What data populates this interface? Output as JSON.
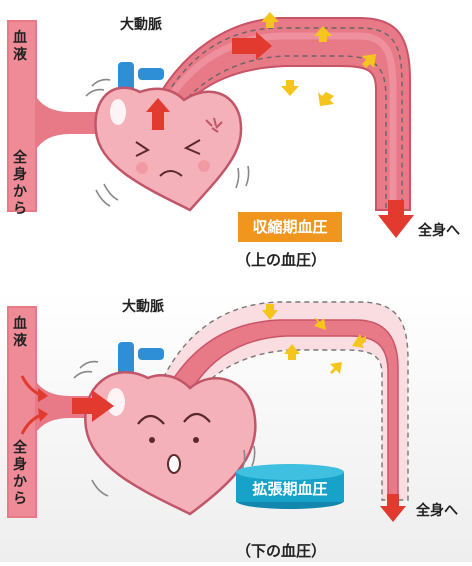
{
  "panels": [
    {
      "vessel_label": "大動脈",
      "left_top_label": "血液",
      "left_bottom_label": "全身から",
      "right_label": "全身へ",
      "badge_label": "収縮期血圧",
      "badge_color": "#f0961e",
      "sub_label": "（上の血圧）"
    },
    {
      "vessel_label": "大動脈",
      "left_top_label": "血液",
      "left_bottom_label": "全身から",
      "right_label": "全身へ",
      "badge_label": "拡張期血圧",
      "badge_color": "#17a3c9",
      "sub_label": "（下の血圧）"
    }
  ],
  "colors": {
    "vessel_fill": "#e87987",
    "vessel_dark": "#c95466",
    "heart_fill": "#f4b1b9",
    "heart_outline": "#c05667",
    "flow_arrow": "#e23a2f",
    "pressure_arrow": "#f5c51c",
    "vein_blue": "#2f8fd6",
    "dashed_line": "#777777"
  }
}
